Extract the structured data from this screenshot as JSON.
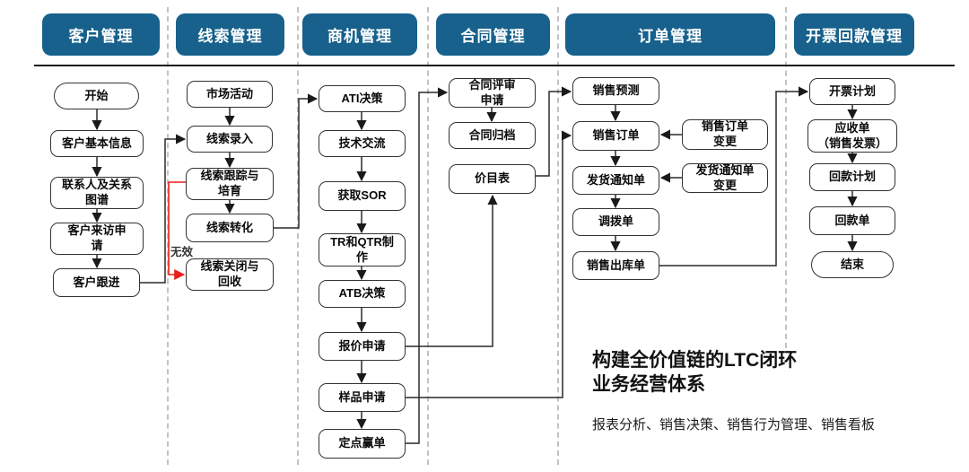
{
  "colors": {
    "header_bg": "#17618c",
    "header_text": "#ffffff",
    "box_border": "#333333",
    "connector": "#2a2a2a",
    "invalid_red": "#e8211a",
    "separator": "#c3c3c3"
  },
  "columns": [
    {
      "header": "客户管理",
      "nodes": [
        {
          "label": "开始",
          "shape": "stadium"
        },
        {
          "label": "客户基本信息"
        },
        {
          "label": "联系人及关系\n图谱"
        },
        {
          "label": "客户来访申\n请"
        },
        {
          "label": "客户跟进"
        }
      ]
    },
    {
      "header": "线索管理",
      "nodes": [
        {
          "label": "市场活动"
        },
        {
          "label": "线索录入"
        },
        {
          "label": "线索跟踪与\n培育"
        },
        {
          "label": "线索转化"
        },
        {
          "label": "线索关闭与\n回收"
        }
      ]
    },
    {
      "header": "商机管理",
      "nodes": [
        {
          "label": "ATI决策"
        },
        {
          "label": "技术交流"
        },
        {
          "label": "获取SOR"
        },
        {
          "label": "TR和QTR制\n作"
        },
        {
          "label": "ATB决策"
        },
        {
          "label": "报价申请"
        },
        {
          "label": "样品申请"
        },
        {
          "label": "定点赢单"
        }
      ]
    },
    {
      "header": "合同管理",
      "nodes": [
        {
          "label": "合同评审\n申请"
        },
        {
          "label": "合同归档"
        },
        {
          "label": "价目表"
        }
      ]
    },
    {
      "header": "订单管理",
      "nodes": [
        {
          "label": "销售预测"
        },
        {
          "label": "销售订单"
        },
        {
          "label": "发货通知单"
        },
        {
          "label": "调拨单"
        },
        {
          "label": "销售出库单"
        },
        {
          "label": "销售订单\n变更"
        },
        {
          "label": "发货通知单\n变更"
        }
      ]
    },
    {
      "header": "开票回款管理",
      "nodes": [
        {
          "label": "开票计划"
        },
        {
          "label": "应收单\n（销售发票）"
        },
        {
          "label": "回款计划"
        },
        {
          "label": "回款单"
        },
        {
          "label": "结束",
          "shape": "stadium"
        }
      ]
    }
  ],
  "annotations": {
    "invalid_label": "无效"
  },
  "caption": {
    "title": "构建全价值链的LTC闭环\n业务经营体系",
    "subtitle": "报表分析、销售决策、销售行为管理、销售看板"
  },
  "edges": [
    {
      "from": "开始",
      "to": "客户基本信息"
    },
    {
      "from": "客户基本信息",
      "to": "联系人及关系图谱"
    },
    {
      "from": "联系人及关系图谱",
      "to": "客户来访申请"
    },
    {
      "from": "客户来访申请",
      "to": "客户跟进"
    },
    {
      "from": "客户跟进",
      "to": "线索录入"
    },
    {
      "from": "市场活动",
      "to": "线索录入"
    },
    {
      "from": "线索录入",
      "to": "线索跟踪与培育"
    },
    {
      "from": "线索跟踪与培育",
      "to": "线索转化"
    },
    {
      "from": "线索跟踪与培育",
      "to": "线索关闭与回收",
      "label": "无效",
      "color": "#e8211a"
    },
    {
      "from": "线索转化",
      "to": "ATI决策"
    },
    {
      "from": "ATI决策",
      "to": "技术交流"
    },
    {
      "from": "技术交流",
      "to": "获取SOR"
    },
    {
      "from": "获取SOR",
      "to": "TR和QTR制作"
    },
    {
      "from": "TR和QTR制作",
      "to": "ATB决策"
    },
    {
      "from": "ATB决策",
      "to": "报价申请"
    },
    {
      "from": "报价申请",
      "to": "样品申请"
    },
    {
      "from": "样品申请",
      "to": "定点赢单"
    },
    {
      "from": "报价申请",
      "to": "价目表"
    },
    {
      "from": "样品申请",
      "to": "销售订单"
    },
    {
      "from": "定点赢单",
      "to": "合同评审申请"
    },
    {
      "from": "合同评审申请",
      "to": "合同归档"
    },
    {
      "from": "价目表",
      "to": "销售预测"
    },
    {
      "from": "销售预测",
      "to": "销售订单"
    },
    {
      "from": "销售订单",
      "to": "发货通知单"
    },
    {
      "from": "发货通知单",
      "to": "调拨单"
    },
    {
      "from": "调拨单",
      "to": "销售出库单"
    },
    {
      "from": "销售订单变更",
      "to": "销售订单"
    },
    {
      "from": "发货通知单变更",
      "to": "发货通知单"
    },
    {
      "from": "销售出库单",
      "to": "开票计划"
    },
    {
      "from": "开票计划",
      "to": "应收单（销售发票）"
    },
    {
      "from": "应收单（销售发票）",
      "to": "回款计划"
    },
    {
      "from": "回款计划",
      "to": "回款单"
    },
    {
      "from": "回款单",
      "to": "结束"
    }
  ]
}
